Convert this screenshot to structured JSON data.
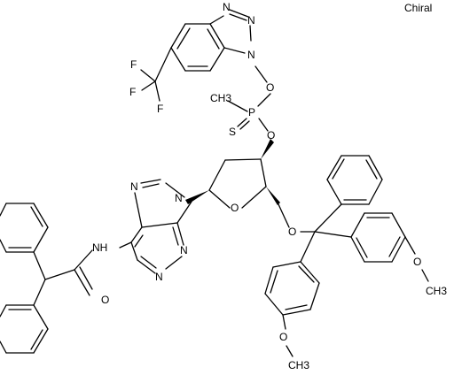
{
  "structure": {
    "chiral_flag": "Chiral",
    "atoms": {
      "benzotriazole_n2": "N",
      "benzotriazole_n3": "N",
      "benzotriazole_n1": "N",
      "fluorine_1": "F",
      "fluorine_2": "F",
      "fluorine_3": "F",
      "phosphonate_o": "O",
      "phosphorus": "P",
      "methyl": "CH3",
      "thione_s": "S",
      "ribose_3_o": "O",
      "purine_n9": "N",
      "purine_n7": "N",
      "purine_n3": "N",
      "purine_n1": "N",
      "ring_o": "O",
      "trityl_o": "O",
      "amide_nh": "NH",
      "amide_o": "O",
      "methoxy_o_1": "O",
      "methoxy_ch3_1": "CH3",
      "methoxy_o_2": "O",
      "methoxy_ch3_2": "CH3"
    }
  },
  "colors": {
    "bond": "#000000",
    "label": "#000000",
    "background": "#ffffff"
  }
}
